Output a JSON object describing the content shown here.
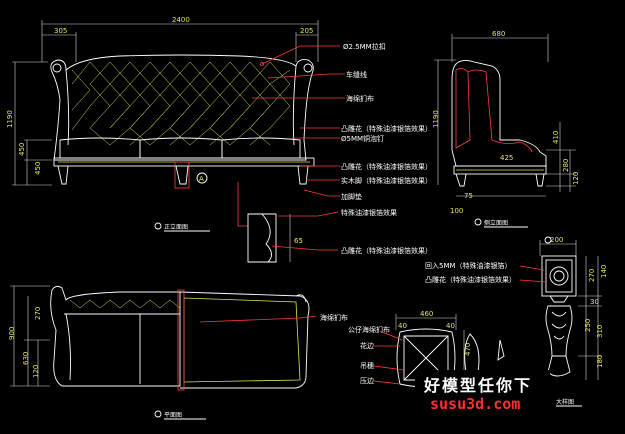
{
  "dims": {
    "top_width": "2400",
    "top_left": "305",
    "top_right": "205",
    "side_top": "680",
    "left_total": "1190",
    "left_seat": "450",
    "left_leg": "450",
    "side_total": "1190",
    "side_seat": "410",
    "side_leg": "280",
    "side_foot": "120",
    "side_bottom": "100",
    "side_front": "75",
    "side_back": "425",
    "profile": "65",
    "plan_h": "900",
    "plan_a": "630",
    "plan_b": "120",
    "plan_c": "270",
    "detail_top": "460",
    "detail_h": "470",
    "detail_left": "40",
    "detail_right": "40",
    "leg_w": "200",
    "leg_h1": "270",
    "leg_h2": "140",
    "leg_h3": "250",
    "leg_h4": "30",
    "leg_h5": "180",
    "leg_h6": "310"
  },
  "annotations": {
    "rivet": "Ø2.5MM拉扣",
    "line": "车缝线",
    "fabric": "海绵扪布",
    "carve1": "凸雕花（特殊油漆银箔效果）",
    "nail": "Ø5MM铜泡钉",
    "carve2": "凸雕花（特殊油漆银箔效果）",
    "foot": "实木脚（特殊油漆银箔效果）",
    "pad": "加脚垫",
    "paint": "特殊油漆银箔效果",
    "carve3": "凸雕花（特殊油漆银箔效果）",
    "mirror": "回入5MM（特殊油漆银箔）",
    "carve4": "凸雕花（特殊油漆银箔效果）",
    "plan_fabric": "海绵扪布",
    "cushion": "公仔海绵扪布",
    "edge": "花边",
    "tassel": "吊穗",
    "trim": "压边",
    "marker": "A"
  },
  "captions": {
    "front": "正立面图",
    "side": "侧立面图",
    "plan": "平面图",
    "detail": "大样图"
  },
  "watermark": {
    "cn": "好模型任你下",
    "url": "susu3d.com"
  },
  "colors": {
    "background": "#000000",
    "dimension": "#e6e650",
    "outline": "#ffffff",
    "leader": "#ff3a3a"
  }
}
